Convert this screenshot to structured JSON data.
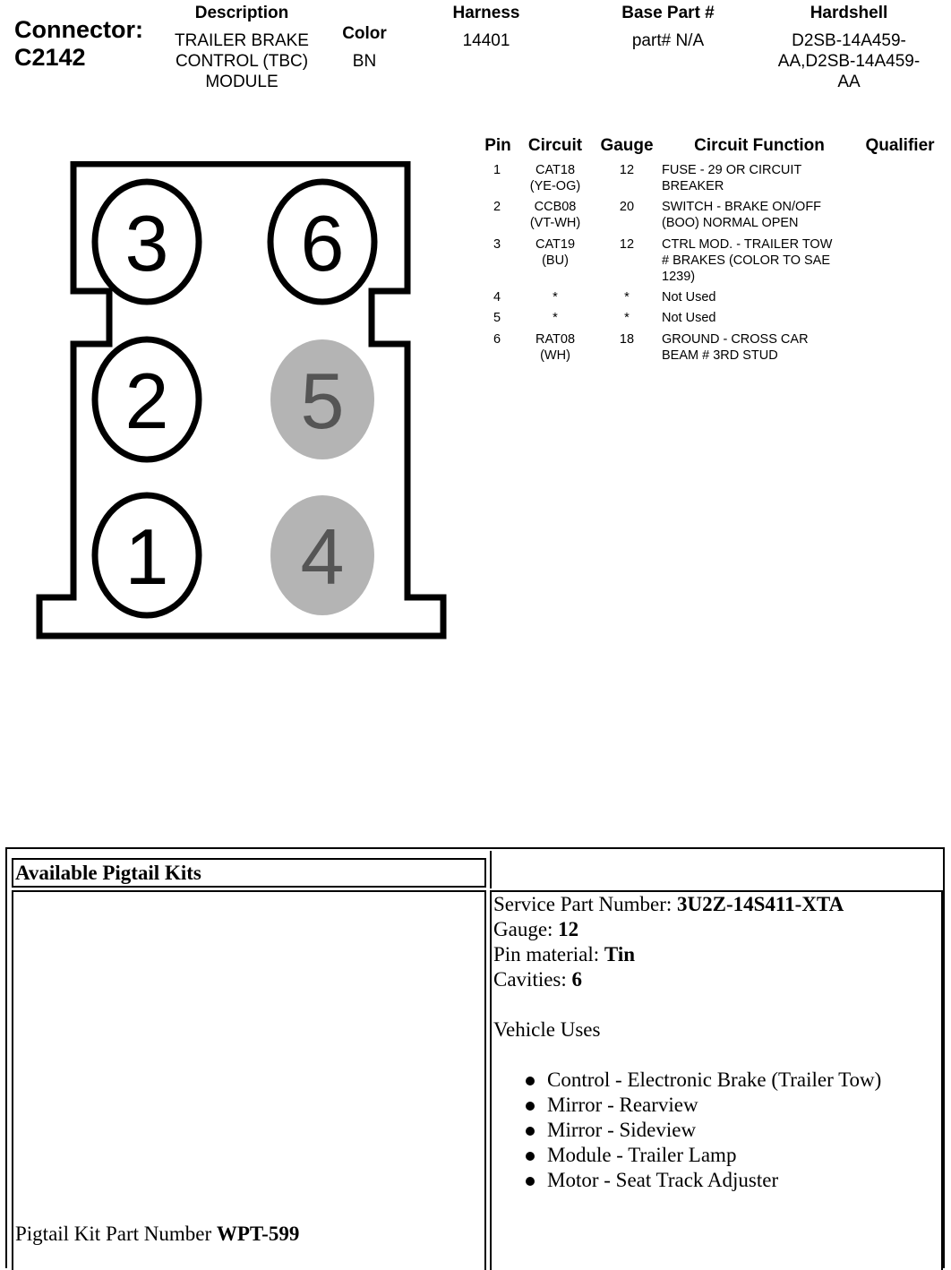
{
  "header": {
    "connector_label": "Connector:",
    "connector_id": "C2142",
    "description_label": "Description",
    "description_lines": [
      "TRAILER BRAKE",
      "CONTROL (TBC)",
      "MODULE"
    ],
    "color_label": "Color",
    "color_value": "BN",
    "harness_label": "Harness",
    "harness_value": "14401",
    "base_part_label": "Base Part #",
    "base_part_value": "part# N/A",
    "hardshell_label": "Hardshell",
    "hardshell_lines": [
      "D2SB-14A459-",
      "AA,D2SB-14A459-",
      "AA"
    ]
  },
  "pin_table": {
    "headers": {
      "pin": "Pin",
      "circuit": "Circuit",
      "gauge": "Gauge",
      "function": "Circuit Function",
      "qualifier": "Qualifier"
    },
    "rows": [
      {
        "pin": "1",
        "circuit": [
          "CAT18",
          "(YE-OG)"
        ],
        "gauge": "12",
        "function": [
          "FUSE - 29 OR CIRCUIT",
          "BREAKER"
        ]
      },
      {
        "pin": "2",
        "circuit": [
          "CCB08",
          "(VT-WH)"
        ],
        "gauge": "20",
        "function": [
          "SWITCH - BRAKE ON/OFF",
          "(BOO) NORMAL OPEN"
        ]
      },
      {
        "pin": "3",
        "circuit": [
          "CAT19",
          "(BU)"
        ],
        "gauge": "12",
        "function": [
          "CTRL MOD. - TRAILER TOW",
          "# BRAKES (COLOR TO SAE",
          "1239)"
        ]
      },
      {
        "pin": "4",
        "circuit": [
          "*"
        ],
        "gauge": "*",
        "function": [
          "Not Used"
        ]
      },
      {
        "pin": "5",
        "circuit": [
          "*"
        ],
        "gauge": "*",
        "function": [
          "Not Used"
        ]
      },
      {
        "pin": "6",
        "circuit": [
          "RAT08",
          "(WH)"
        ],
        "gauge": "18",
        "function": [
          "GROUND - CROSS CAR",
          "BEAM # 3RD STUD"
        ]
      }
    ]
  },
  "diagram": {
    "pins": [
      {
        "label": "3",
        "used": true
      },
      {
        "label": "6",
        "used": true
      },
      {
        "label": "2",
        "used": true
      },
      {
        "label": "5",
        "used": false
      },
      {
        "label": "1",
        "used": true
      },
      {
        "label": "4",
        "used": false
      }
    ],
    "colors": {
      "used_fill": "#ffffff",
      "unused_fill": "#b4b4b4",
      "unused_text": "#555555",
      "outline": "#000000"
    }
  },
  "pigtail": {
    "title": "Available Pigtail Kits",
    "service_part_label": "Service Part Number: ",
    "service_part_value": "3U2Z-14S411-XTA",
    "gauge_label": "Gauge: ",
    "gauge_value": "12",
    "pin_material_label": "Pin material: ",
    "pin_material_value": "Tin",
    "cavities_label": "Cavities: ",
    "cavities_value": "6",
    "vehicle_uses_label": "Vehicle Uses",
    "vehicle_uses": [
      "Control - Electronic Brake (Trailer Tow)",
      "Mirror - Rearview",
      "Mirror - Sideview",
      "Module - Trailer Lamp",
      "Motor - Seat Track Adjuster"
    ],
    "kit_part_label": "Pigtail Kit Part Number ",
    "kit_part_value": "WPT-599"
  }
}
